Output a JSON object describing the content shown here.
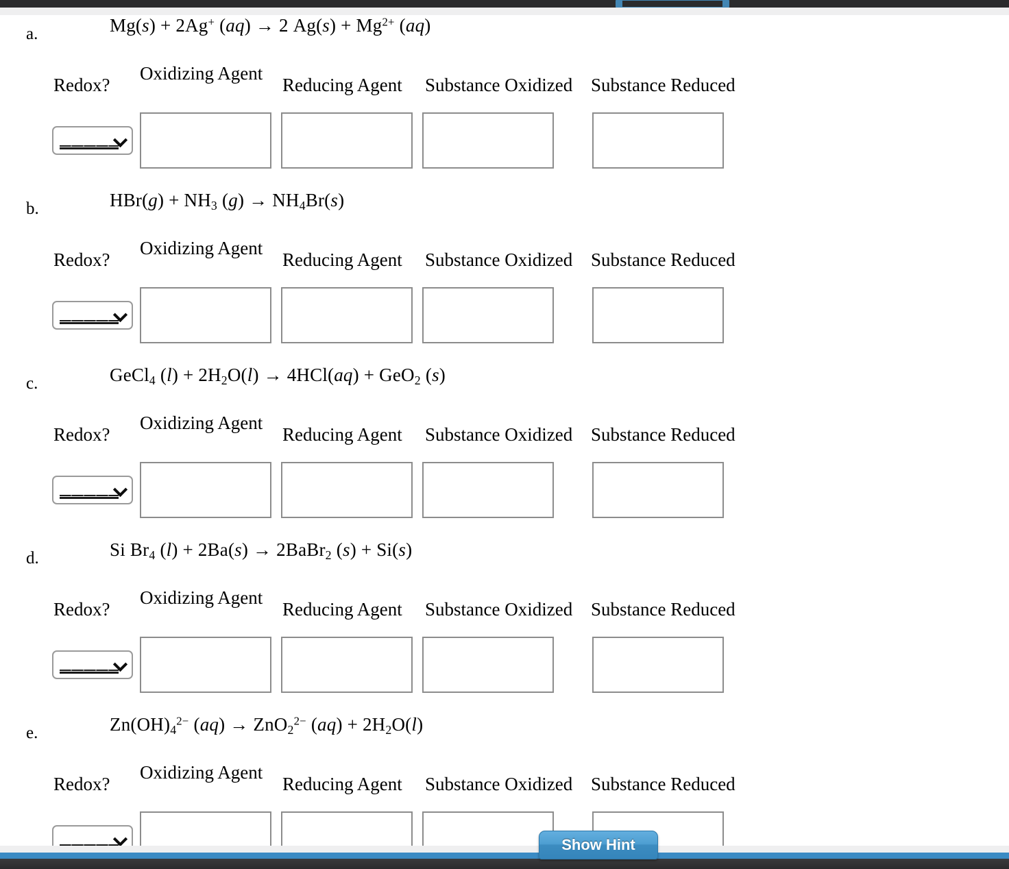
{
  "chrome": {
    "top_bar_color": "#2b2b2d",
    "scrollbar_color": "#4aa3e0",
    "footer_blue": "#3b8bc4",
    "footer_dark": "#2b2b2d"
  },
  "column_headers": {
    "redox": "Redox?",
    "oxidizing_agent": "Oxidizing Agent",
    "reducing_agent": "Reducing Agent",
    "substance_oxidized": "Substance Oxidized",
    "substance_reduced": "Substance Reduced"
  },
  "select": {
    "value": "",
    "placeholder": "______",
    "icon": "chevron-down-icon"
  },
  "inputs": {
    "oxidizing_agent_value": "",
    "reducing_agent_value": "",
    "substance_oxidized_value": "",
    "substance_reduced_value": ""
  },
  "buttons": {
    "show_hint": "Show Hint"
  },
  "problems": [
    {
      "letter": "a.",
      "equation_text": "Mg(s) + 2Ag+(aq) → 2 Ag(s) + Mg2+(aq)",
      "reactants": [
        "Mg(s)",
        "2Ag+(aq)"
      ],
      "products": [
        "2 Ag(s)",
        "Mg2+(aq)"
      ]
    },
    {
      "letter": "b.",
      "equation_text": "HBr(g) + NH3(g) → NH4Br(s)",
      "reactants": [
        "HBr(g)",
        "NH3(g)"
      ],
      "products": [
        "NH4Br(s)"
      ]
    },
    {
      "letter": "c.",
      "equation_text": "GeCl4(l) + 2H2O(l) → 4HCl(aq) + GeO2(s)",
      "reactants": [
        "GeCl4(l)",
        "2H2O(l)"
      ],
      "products": [
        "4HCl(aq)",
        "GeO2(s)"
      ]
    },
    {
      "letter": "d.",
      "equation_text": "Si Br4(l) + 2Ba(s) → 2BaBr2(s) + Si(s)",
      "reactants": [
        "Si Br4(l)",
        "2Ba(s)"
      ],
      "products": [
        "2BaBr2(s)",
        "Si(s)"
      ]
    },
    {
      "letter": "e.",
      "equation_text": "Zn(OH)4 2-(aq) → ZnO2 2-(aq) + 2H2O(l)",
      "reactants": [
        "Zn(OH)4 2-(aq)"
      ],
      "products": [
        "ZnO2 2-(aq)",
        "2H2O(l)"
      ]
    }
  ]
}
